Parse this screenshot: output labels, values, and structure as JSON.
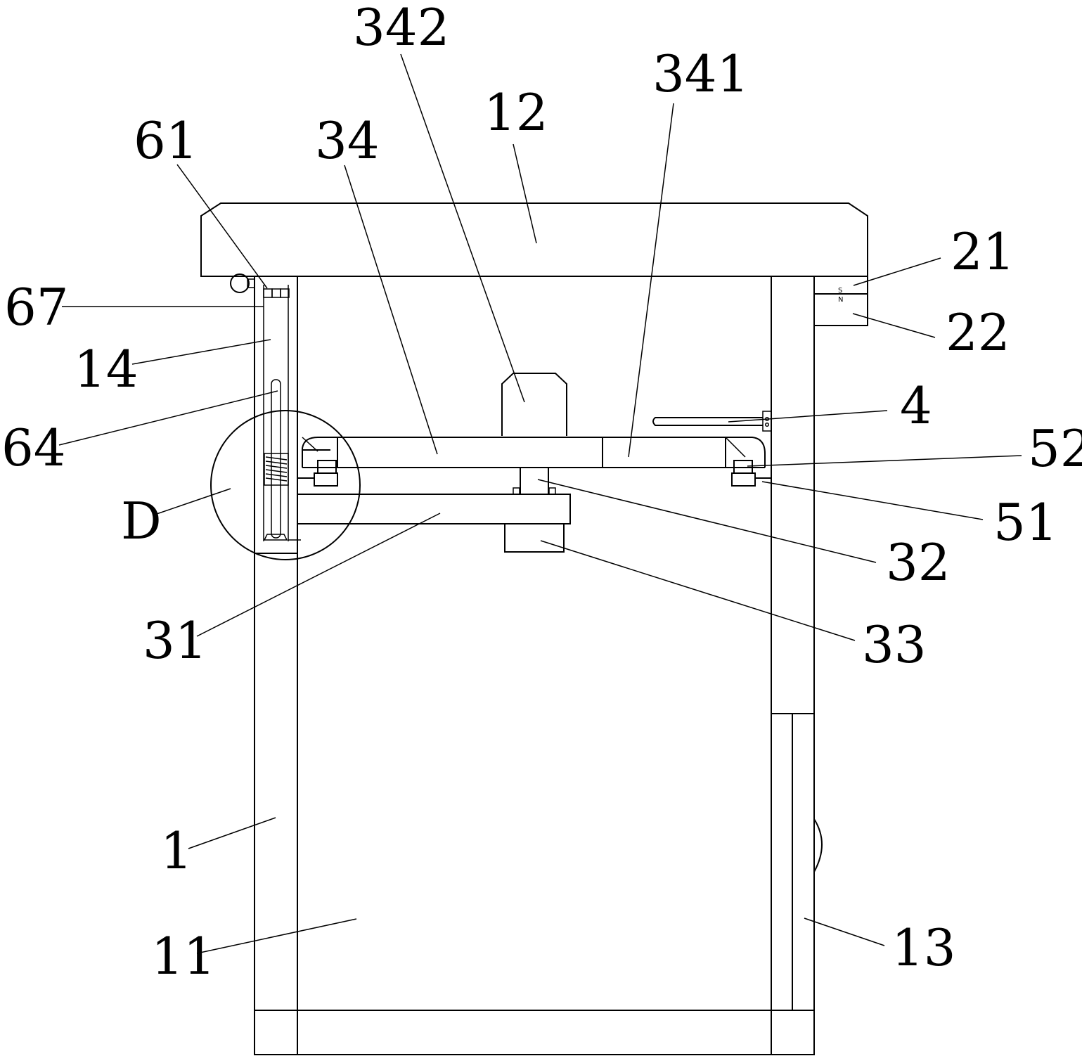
{
  "diagram": {
    "magnet_marks": {
      "top": "S",
      "bottom": "N"
    },
    "labels": [
      {
        "id": "342",
        "text": "342"
      },
      {
        "id": "341",
        "text": "341"
      },
      {
        "id": "12",
        "text": "12"
      },
      {
        "id": "61",
        "text": "61"
      },
      {
        "id": "34",
        "text": "34"
      },
      {
        "id": "21",
        "text": "21"
      },
      {
        "id": "67",
        "text": "67"
      },
      {
        "id": "22",
        "text": "22"
      },
      {
        "id": "14",
        "text": "14"
      },
      {
        "id": "4",
        "text": "4"
      },
      {
        "id": "64",
        "text": "64"
      },
      {
        "id": "52",
        "text": "52"
      },
      {
        "id": "D",
        "text": "D"
      },
      {
        "id": "51",
        "text": "51"
      },
      {
        "id": "32",
        "text": "32"
      },
      {
        "id": "31",
        "text": "31"
      },
      {
        "id": "33",
        "text": "33"
      },
      {
        "id": "1",
        "text": "1"
      },
      {
        "id": "13",
        "text": "13"
      },
      {
        "id": "11",
        "text": "11"
      }
    ]
  }
}
